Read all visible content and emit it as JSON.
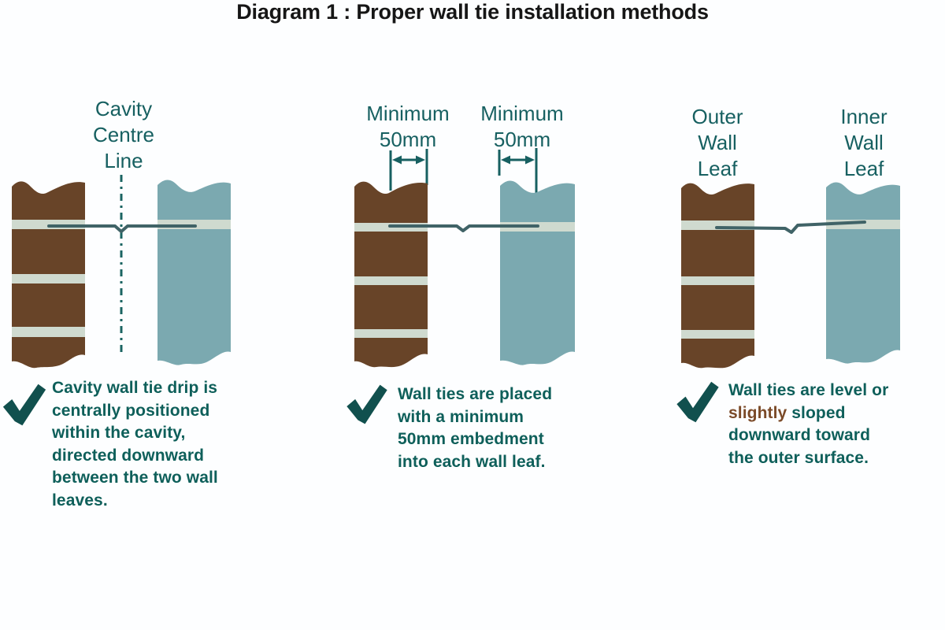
{
  "page": {
    "caption": "Diagram 1 : Proper wall tie installation methods"
  },
  "colors": {
    "label_teal": "#176061",
    "note_teal": "#0e5f5a",
    "checkmark_teal": "#11504e",
    "brick_brown": "#684428",
    "block_blue_gray": "#7ba9b0",
    "mortar_sage": "#cfdacf",
    "tie_slate": "#406367",
    "highlight_brown": "#7b4a28",
    "caption_black": "#161616",
    "background": "#fdfeff"
  },
  "panels": [
    {
      "id": "cavity-centre-line",
      "label": "Cavity\nCentre\nLine",
      "check_icon": "checkmark-icon",
      "note": "Cavity wall tie drip is\ncentrally positioned\nwithin the cavity,\ndirected downward\nbetween the two wall\nleaves."
    },
    {
      "id": "minimum-embedment",
      "label_left": "Minimum\n50mm",
      "label_right": "Minimum\n50mm",
      "check_icon": "checkmark-icon",
      "note": "Wall ties are placed\nwith a minimum\n50mm embedment\ninto each wall leaf."
    },
    {
      "id": "tie-slope",
      "label_left": "Outer\nWall\nLeaf",
      "label_right": "Inner\nWall\nLeaf",
      "check_icon": "checkmark-icon",
      "note_before": "Wall ties are level or\n",
      "note_highlight": "slightly",
      "note_after": " sloped\ndownward toward\nthe outer surface."
    }
  ]
}
